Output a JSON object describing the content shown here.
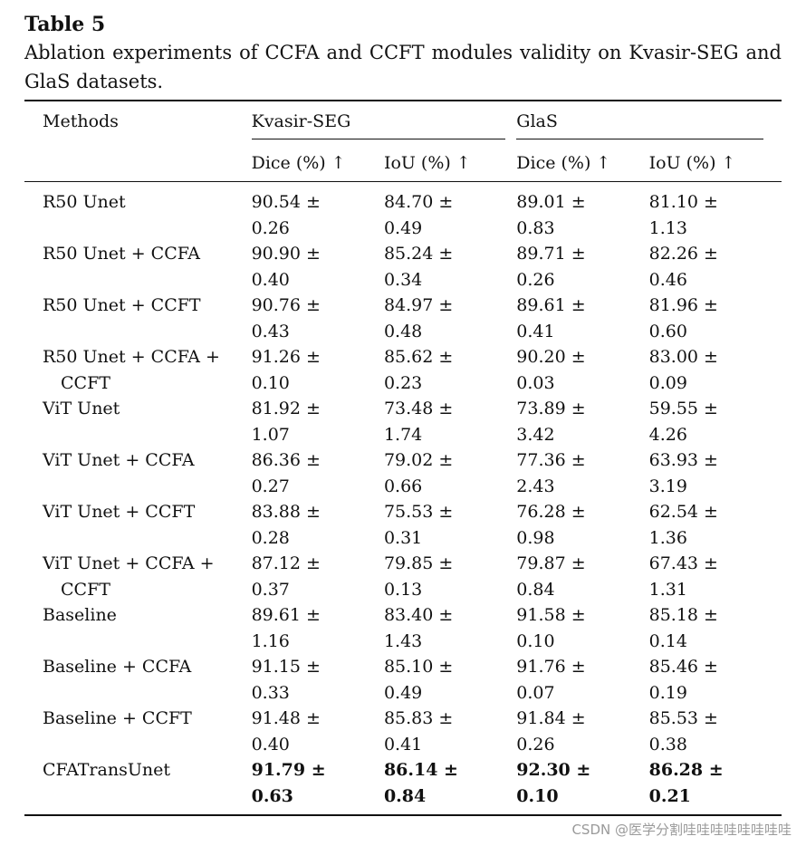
{
  "table_label": "Table 5",
  "caption": "Ablation experiments of CCFA and CCFT modules validity on Kvasir-SEG and GlaS datasets.",
  "header": {
    "methods": "Methods",
    "group1": "Kvasir-SEG",
    "group2": "GlaS",
    "dice": "Dice (%) ↑",
    "iou": "IoU (%) ↑"
  },
  "rows": [
    {
      "m1": "R50 Unet",
      "m2": "",
      "v": [
        "90.54 ±",
        "84.70 ±",
        "89.01 ±",
        "81.10 ±"
      ],
      "s": [
        "0.26",
        "0.49",
        "0.83",
        "1.13"
      ]
    },
    {
      "m1": "R50 Unet + CCFA",
      "m2": "",
      "v": [
        "90.90 ±",
        "85.24 ±",
        "89.71 ±",
        "82.26 ±"
      ],
      "s": [
        "0.40",
        "0.34",
        "0.26",
        "0.46"
      ]
    },
    {
      "m1": "R50 Unet + CCFT",
      "m2": "",
      "v": [
        "90.76 ±",
        "84.97 ±",
        "89.61 ±",
        "81.96 ±"
      ],
      "s": [
        "0.43",
        "0.48",
        "0.41",
        "0.60"
      ]
    },
    {
      "m1": "R50 Unet + CCFA +",
      "m2": "CCFT",
      "v": [
        "91.26 ±",
        "85.62 ±",
        "90.20 ±",
        "83.00 ±"
      ],
      "s": [
        "0.10",
        "0.23",
        "0.03",
        "0.09"
      ]
    },
    {
      "m1": "ViT Unet",
      "m2": "",
      "v": [
        "81.92 ±",
        "73.48 ±",
        "73.89 ±",
        "59.55 ±"
      ],
      "s": [
        "1.07",
        "1.74",
        "3.42",
        "4.26"
      ]
    },
    {
      "m1": "ViT Unet + CCFA",
      "m2": "",
      "v": [
        "86.36 ±",
        "79.02 ±",
        "77.36 ±",
        "63.93 ±"
      ],
      "s": [
        "0.27",
        "0.66",
        "2.43",
        "3.19"
      ]
    },
    {
      "m1": "ViT Unet + CCFT",
      "m2": "",
      "v": [
        "83.88 ±",
        "75.53 ±",
        "76.28 ±",
        "62.54 ±"
      ],
      "s": [
        "0.28",
        "0.31",
        "0.98",
        "1.36"
      ]
    },
    {
      "m1": "ViT Unet + CCFA +",
      "m2": "CCFT",
      "v": [
        "87.12 ±",
        "79.85 ±",
        "79.87 ±",
        "67.43 ±"
      ],
      "s": [
        "0.37",
        "0.13",
        "0.84",
        "1.31"
      ]
    },
    {
      "m1": "Baseline",
      "m2": "",
      "v": [
        "89.61 ±",
        "83.40 ±",
        "91.58 ±",
        "85.18 ±"
      ],
      "s": [
        "1.16",
        "1.43",
        "0.10",
        "0.14"
      ]
    },
    {
      "m1": "Baseline + CCFA",
      "m2": "",
      "v": [
        "91.15 ±",
        "85.10 ±",
        "91.76 ±",
        "85.46 ±"
      ],
      "s": [
        "0.33",
        "0.49",
        "0.07",
        "0.19"
      ]
    },
    {
      "m1": "Baseline + CCFT",
      "m2": "",
      "v": [
        "91.48 ±",
        "85.83 ±",
        "91.84 ±",
        "85.53 ±"
      ],
      "s": [
        "0.40",
        "0.41",
        "0.26",
        "0.38"
      ]
    },
    {
      "m1": "CFATransUnet",
      "m2": "",
      "v": [
        "91.79 ±",
        "86.14 ±",
        "92.30 ±",
        "86.28 ±"
      ],
      "s": [
        "0.63",
        "0.84",
        "0.10",
        "0.21"
      ],
      "bold": true
    }
  ],
  "watermark": "CSDN @医学分割哇哇哇哇哇哇哇哇"
}
